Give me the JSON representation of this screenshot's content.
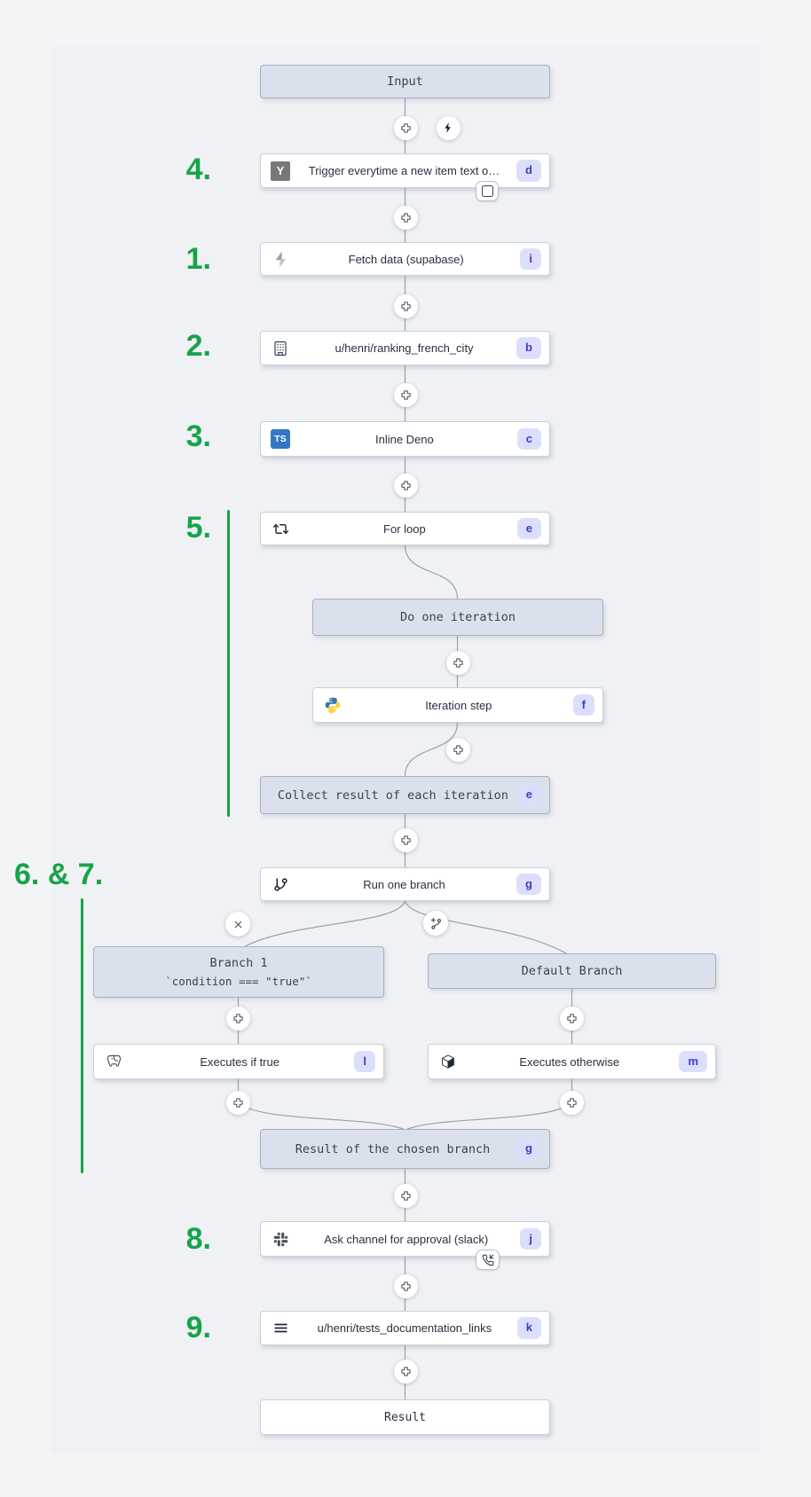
{
  "colors": {
    "accent_green": "#17a34a",
    "badge_bg": "#dcdffc",
    "badge_text": "#4338ca",
    "virtual_node_bg": "#dbe1ec",
    "canvas_bg": "#f3f4f6",
    "typescript_blue": "#3178c6",
    "python_blue": "#3776ab",
    "python_yellow": "#ffd43b"
  },
  "annotations": {
    "step4": "4.",
    "step1": "1.",
    "step2": "2.",
    "step3": "3.",
    "step5": "5.",
    "steps67": "6. & 7.",
    "step8": "8.",
    "step9": "9."
  },
  "nodes": {
    "input": {
      "label": "Input"
    },
    "trigger": {
      "label": "Trigger everytime a new item text o…",
      "badge": "d",
      "icon": "hackernews-icon"
    },
    "fetch": {
      "label": "Fetch data (supabase)",
      "badge": "i",
      "icon": "supabase-icon"
    },
    "ranking": {
      "label": "u/henri/ranking_french_city",
      "badge": "b",
      "icon": "building-icon"
    },
    "deno": {
      "label": "Inline Deno",
      "badge": "c",
      "icon": "typescript-icon",
      "icon_text": "TS"
    },
    "forloop": {
      "label": "For loop",
      "badge": "e",
      "icon": "repeat-icon"
    },
    "do_iteration": {
      "label": "Do one iteration"
    },
    "iteration_step": {
      "label": "Iteration step",
      "badge": "f",
      "icon": "python-icon"
    },
    "collect": {
      "label": "Collect result of each iteration",
      "badge": "e"
    },
    "run_branch": {
      "label": "Run one branch",
      "badge": "g",
      "icon": "git-branch-icon"
    },
    "branch1": {
      "title": "Branch 1",
      "condition": "`condition === \"true\"`"
    },
    "default_branch": {
      "label": "Default Branch"
    },
    "exec_true": {
      "label": "Executes if true",
      "badge": "l",
      "icon": "postgresql-icon"
    },
    "exec_otherwise": {
      "label": "Executes otherwise",
      "badge": "m",
      "icon": "cube-icon"
    },
    "result_chosen": {
      "label": "Result of the chosen branch",
      "badge": "g"
    },
    "ask_approval": {
      "label": "Ask channel for approval (slack)",
      "badge": "j",
      "icon": "slack-icon"
    },
    "tests_docs": {
      "label": "u/henri/tests_documentation_links",
      "badge": "k",
      "icon": "menu-icon"
    },
    "result": {
      "label": "Result"
    },
    "hn_icon_letter": "Y"
  }
}
